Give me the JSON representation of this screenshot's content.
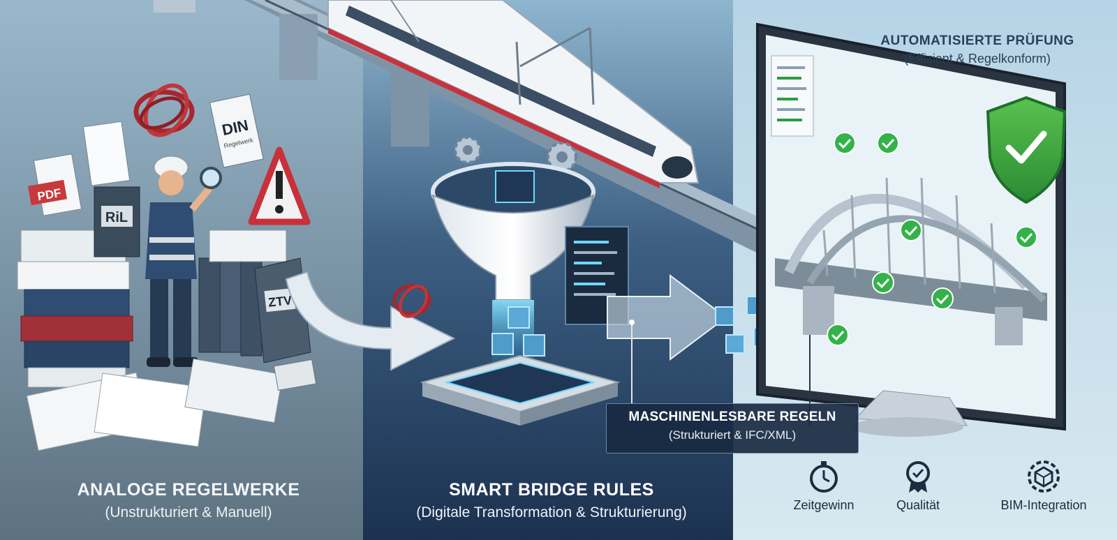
{
  "panels": {
    "analog": {
      "title": "ANALOGE REGELWERKE",
      "subtitle": "(Unstrukturiert & Manuell)"
    },
    "smart": {
      "title": "SMART BRIDGE RULES",
      "subtitle": "(Digitale Transformation & Strukturierung)"
    },
    "auto": {
      "title": "AUTOMATISIERTE PRÜFUNG",
      "subtitle": "(Effizient & Regelkonform)"
    }
  },
  "machine_rules": {
    "title": "MASCHINENLESBARE REGELN",
    "subtitle": "(Strukturiert & IFC/XML)"
  },
  "document_labels": {
    "pdf": "PDF",
    "din": "DIN",
    "din_sub": "Regelwerk",
    "ril": "RiL",
    "ztv": "ZTV"
  },
  "benefits": [
    {
      "label": "Zeitgewinn",
      "icon": "stopwatch-icon"
    },
    {
      "label": "Qualität",
      "icon": "quality-badge-icon"
    },
    {
      "label": "BIM-Integration",
      "icon": "bim-cube-gear-icon"
    }
  ],
  "colors": {
    "left_bg": "#6f8797",
    "mid_bg": "#233a57",
    "right_bg": "#c6dde9",
    "accent_cyan": "#5fd6ff",
    "check_green": "#34b24a",
    "shield_green": "#3fa83e",
    "warning_red": "#c8303a"
  }
}
